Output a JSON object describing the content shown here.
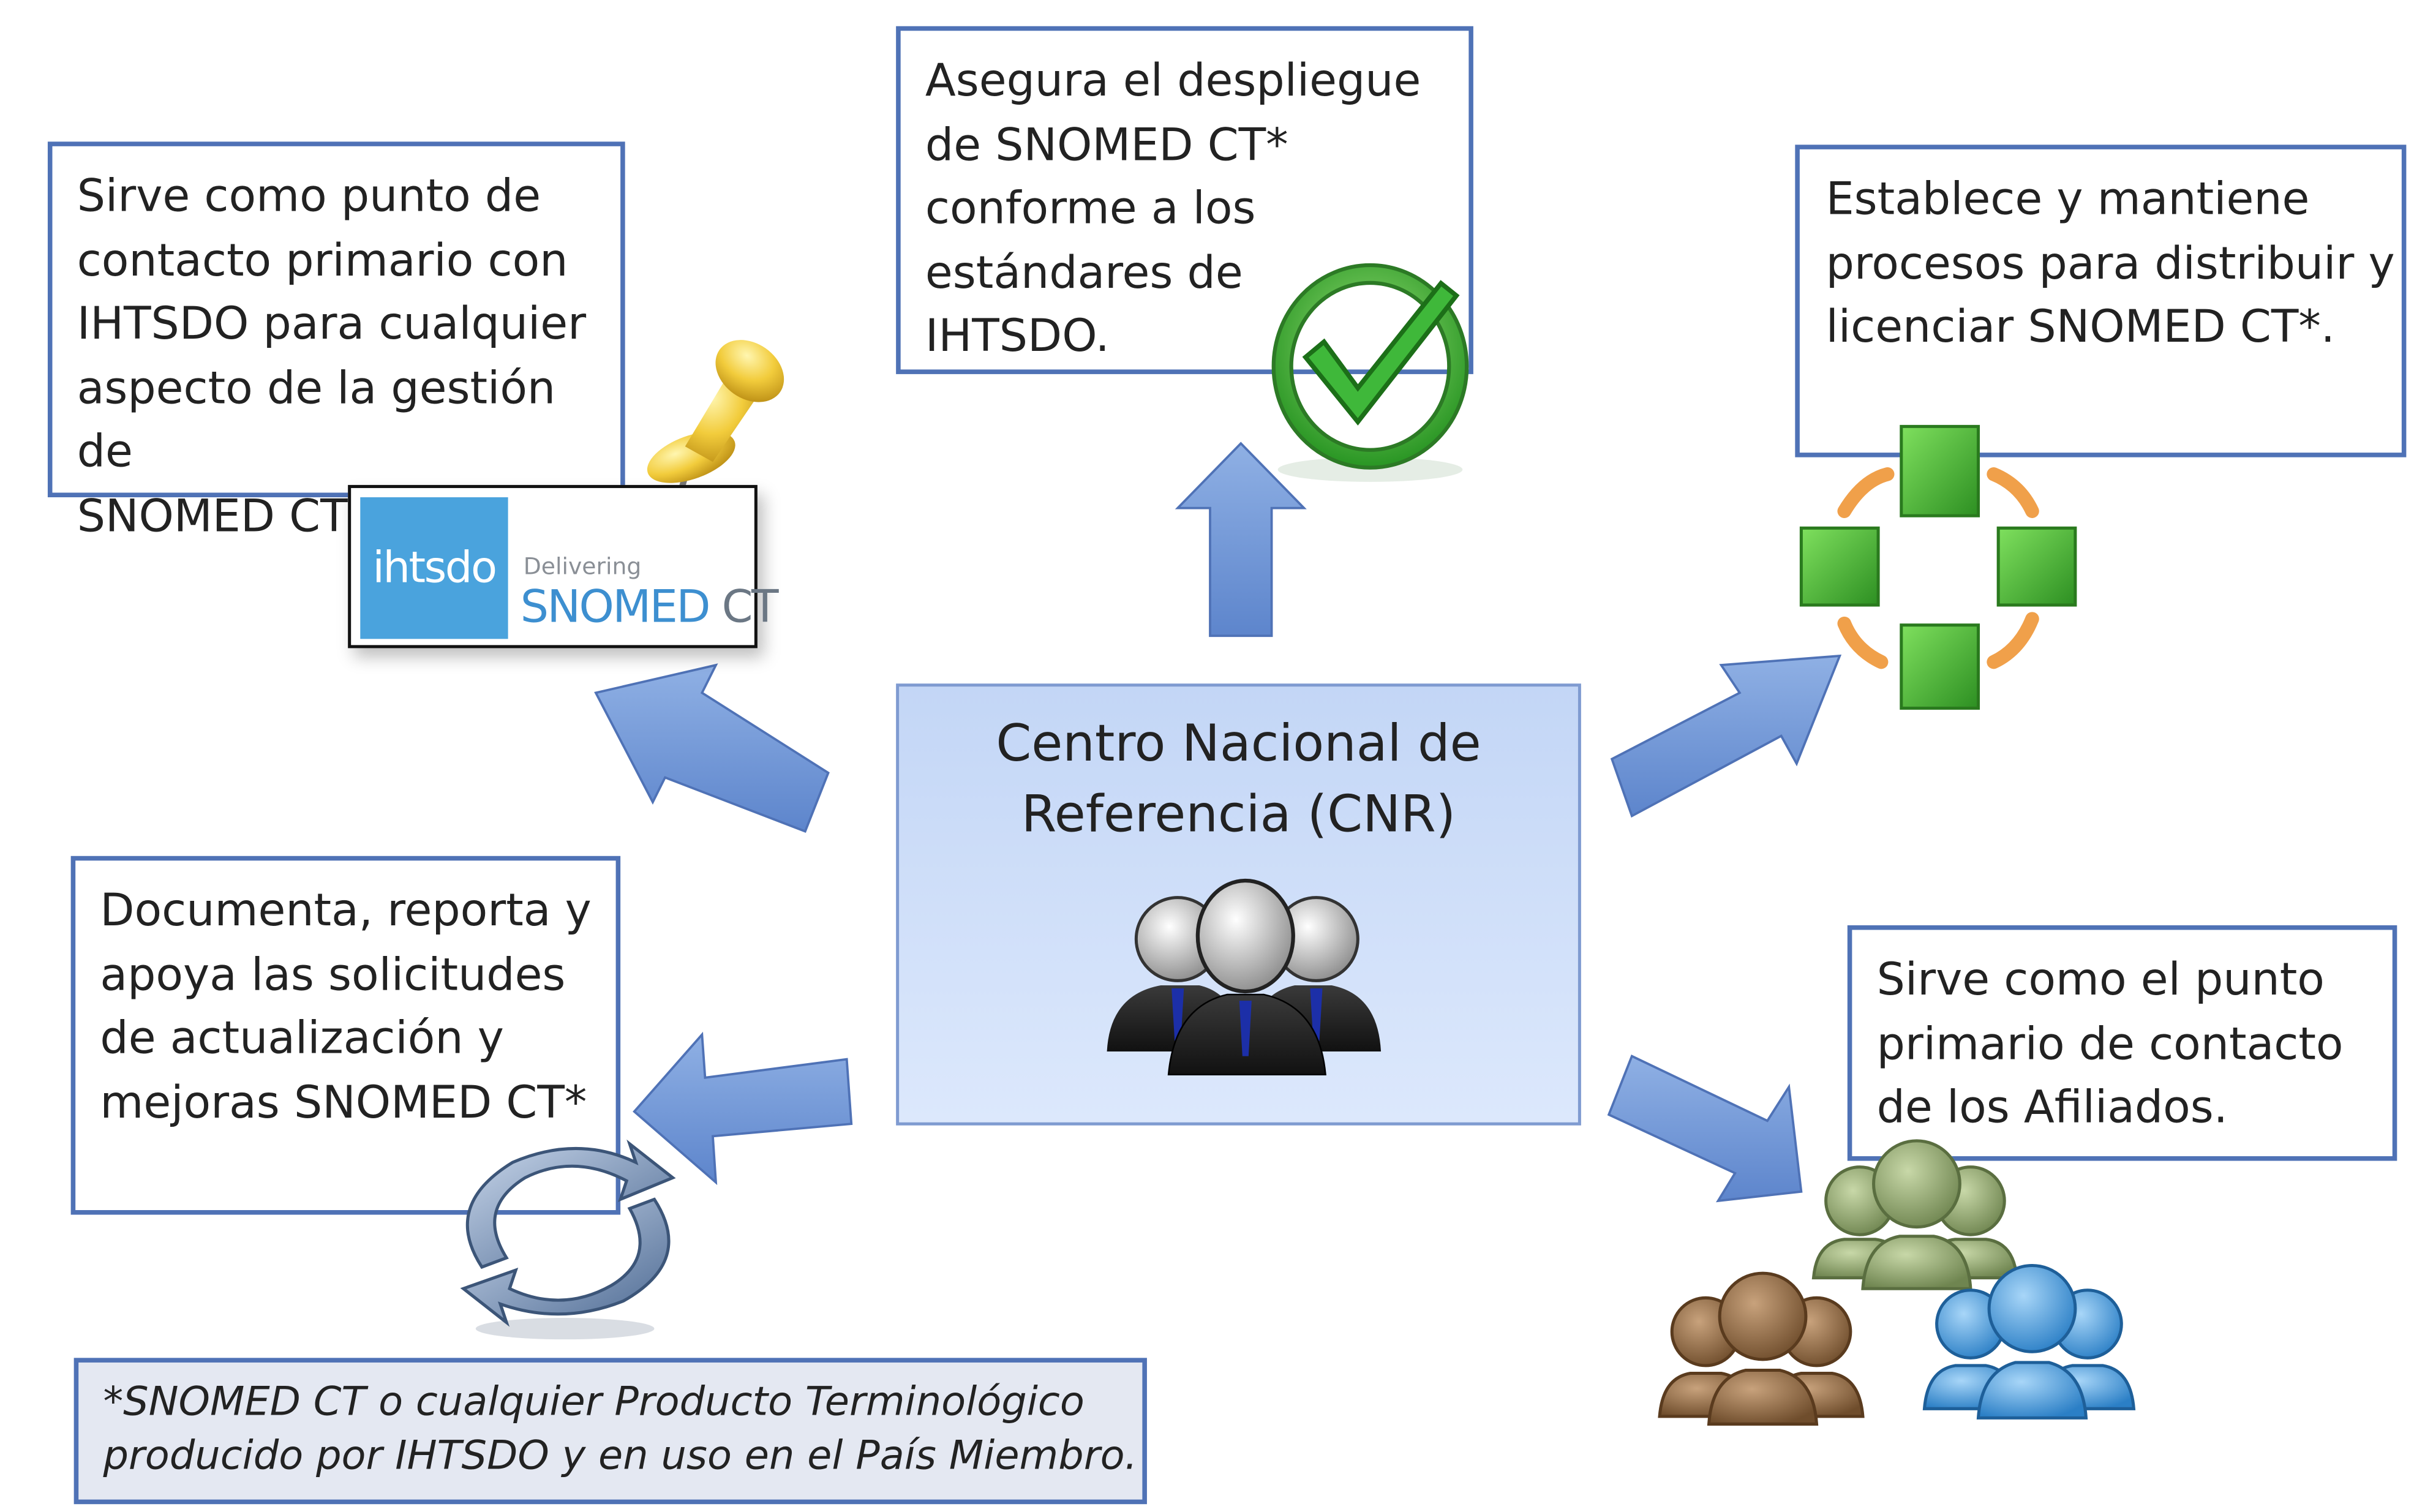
{
  "center": {
    "title": "Centro Nacional de\nReferencia (CNR)"
  },
  "roles": {
    "top_left": "Sirve como punto de\ncontacto primario con\nIHTSDO para cualquier\naspecto de la gestión de\nSNOMED CT*.",
    "top": "Asegura el despliegue\nde SNOMED CT*\nconforme a los\nestándares de\nIHTSDO.",
    "top_right": "Establece y mantiene\nprocesos para distribuir y\nlicenciar SNOMED CT*.",
    "bottom_left": "Documenta, reporta y\napoya las solicitudes\nde actualización y\nmejoras SNOMED CT*",
    "bottom_right": "Sirve como el punto\nprimario de contacto\nde los Afiliados."
  },
  "logo": {
    "mark": "ihtsdo",
    "tagline": "Delivering",
    "product_prefix": "SNOMED",
    "product_suffix": "CT"
  },
  "footnote": "*SNOMED CT o cualquier Producto Terminológico\nproducido por IHTSDO y en uso en el País Miembro.",
  "colors": {
    "box_border": "#4f72b6",
    "arrow": "#6f96d6",
    "center_fill": "#c9dcf8",
    "footnote_fill": "#e4e8f2",
    "check_green": "#3fb83a",
    "cube_green": "#4cc23a",
    "cycle_arrow": "#f0a04a",
    "people_olive": "#8fa56a",
    "people_brown": "#8a6845",
    "people_blue": "#3c97dc"
  },
  "icons": [
    "people-group-icon",
    "pushpin-icon",
    "checkmark-icon",
    "cube-cycle-icon",
    "refresh-cycle-icon",
    "affiliates-icon"
  ]
}
